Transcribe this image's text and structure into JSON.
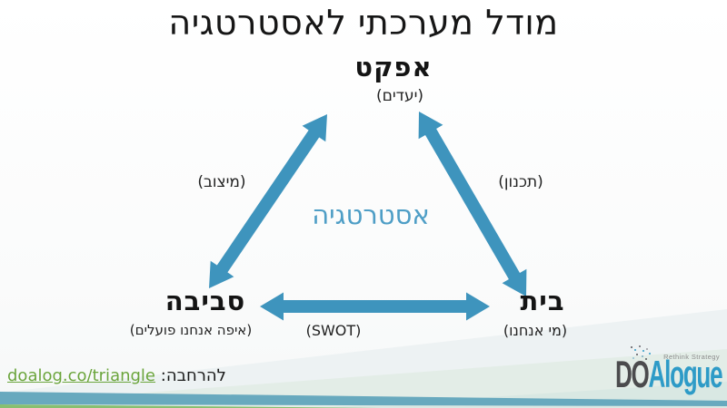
{
  "slide": {
    "title": "מודל מערכתי לאסטרטגיה",
    "triangle": {
      "center_label": "אסטרטגיה",
      "top_vertex": {
        "title": "אפקט",
        "subtitle": "(יעדים)"
      },
      "bottom_left_vertex": {
        "title": "סביבה",
        "subtitle": "(איפה אנחנו פועלים)"
      },
      "bottom_right_vertex": {
        "title": "בית",
        "subtitle": "(מי אנחנו)"
      },
      "edge_left_label": "(מיצוב)",
      "edge_right_label": "(תכנון)",
      "edge_bottom_label": "(SWOT)"
    },
    "footer": {
      "label": "להרחבה:",
      "link": "doalog.co/triangle"
    },
    "logo": {
      "part1": "DO",
      "part2": "Alogue",
      "tagline": "Rethink Strategy"
    },
    "colors": {
      "arrow_blue": "#3E94BD",
      "strategy_text": "#4E9EC6",
      "link_green": "#6BA53C",
      "band_blue": "#68A9BE",
      "band_green": "#87BF70"
    }
  }
}
